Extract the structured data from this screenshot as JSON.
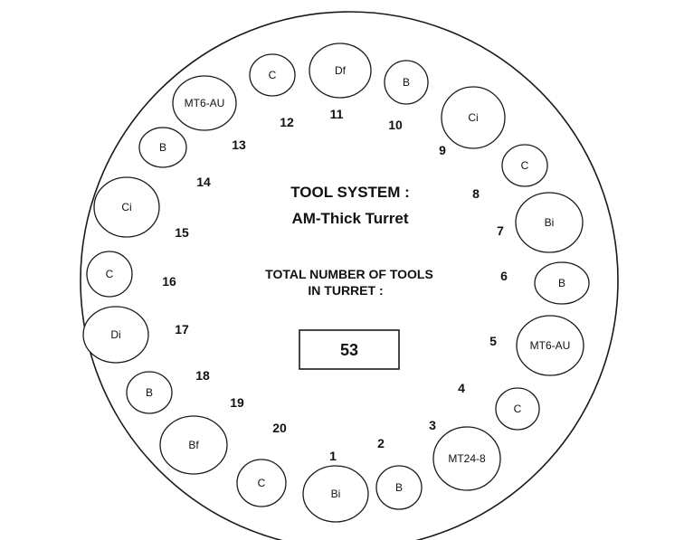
{
  "title_line1": "TOOL SYSTEM :",
  "title_line2": "AM-Thick Turret",
  "total_label_line1": "TOTAL NUMBER OF TOOLS",
  "total_label_line2": "IN TURRET :",
  "total_value": "53",
  "stations": [
    {
      "number": "1",
      "tool": "Bi"
    },
    {
      "number": "2",
      "tool": "B"
    },
    {
      "number": "3",
      "tool": "MT24-8"
    },
    {
      "number": "4",
      "tool": "C"
    },
    {
      "number": "5",
      "tool": "MT6-AU"
    },
    {
      "number": "6",
      "tool": "B"
    },
    {
      "number": "7",
      "tool": "Bi"
    },
    {
      "number": "8",
      "tool": "C"
    },
    {
      "number": "9",
      "tool": "Ci"
    },
    {
      "number": "10",
      "tool": "B"
    },
    {
      "number": "11",
      "tool": "Df"
    },
    {
      "number": "12",
      "tool": "C"
    },
    {
      "number": "13",
      "tool": "MT6-AU"
    },
    {
      "number": "14",
      "tool": "B"
    },
    {
      "number": "15",
      "tool": "Ci"
    },
    {
      "number": "16",
      "tool": "C"
    },
    {
      "number": "17",
      "tool": "Di"
    },
    {
      "number": "18",
      "tool": "B"
    },
    {
      "number": "19",
      "tool": "Bf"
    },
    {
      "number": "20",
      "tool": "C"
    }
  ]
}
